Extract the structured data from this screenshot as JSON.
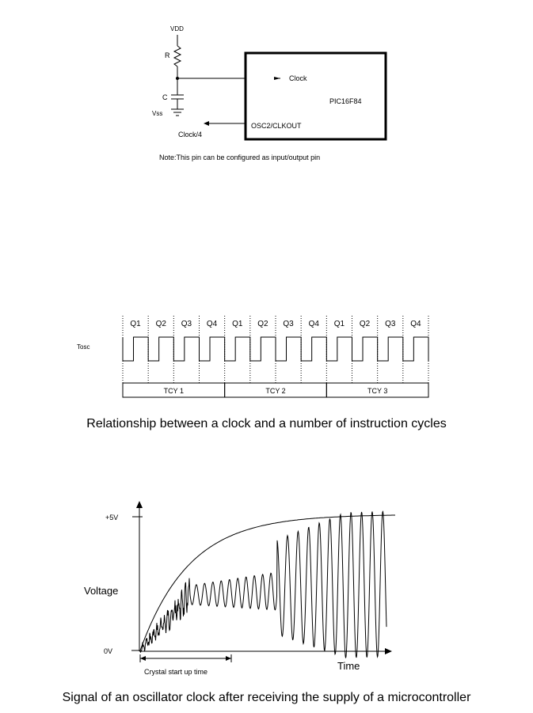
{
  "circuit": {
    "vdd": "VDD",
    "r": "R",
    "c": "C",
    "vss": "Vss",
    "clock": "Clock",
    "chip": "PIC16F84",
    "osc2": "OSC2/CLKOUT",
    "clock4": "Clock/4",
    "note": "Note:This pin can be configured as input/output pin"
  },
  "timing": {
    "tosc": "Tosc",
    "phases": [
      "Q1",
      "Q2",
      "Q3",
      "Q4",
      "Q1",
      "Q2",
      "Q3",
      "Q4",
      "Q1",
      "Q2",
      "Q3",
      "Q4"
    ],
    "cycles": [
      "TCY 1",
      "TCY 2",
      "TCY 3"
    ],
    "caption": "Relationship between a clock and a number of instruction cycles"
  },
  "oscillator": {
    "v5": "+5V",
    "v0": "0V",
    "ylabel": "Voltage",
    "xlabel": "Time",
    "startup": "Crystal start up time",
    "caption": "Signal of an oscillator clock after receiving the supply of a microcontroller"
  }
}
